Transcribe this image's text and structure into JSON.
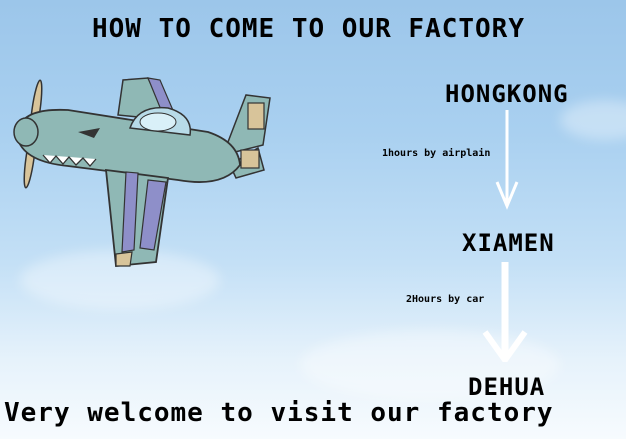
{
  "title": "HOW TO COME TO OUR FACTORY",
  "route": {
    "stops": [
      "HONGKONG",
      "XIAMEN",
      "DEHUA"
    ],
    "legs": [
      "1hours by airplain",
      "2Hours by car"
    ]
  },
  "footer": "Very welcome to visit our factory",
  "colors": {
    "sky_top": "#9cc6ea",
    "sky_bottom": "#f7fbfe",
    "plane_body": "#8fb8b5",
    "plane_stripe": "#8e8fc9",
    "plane_accent": "#d8c49a",
    "arrow": "#ffffff"
  },
  "icons": [
    "airplane-illustration",
    "arrow-down-icon"
  ]
}
